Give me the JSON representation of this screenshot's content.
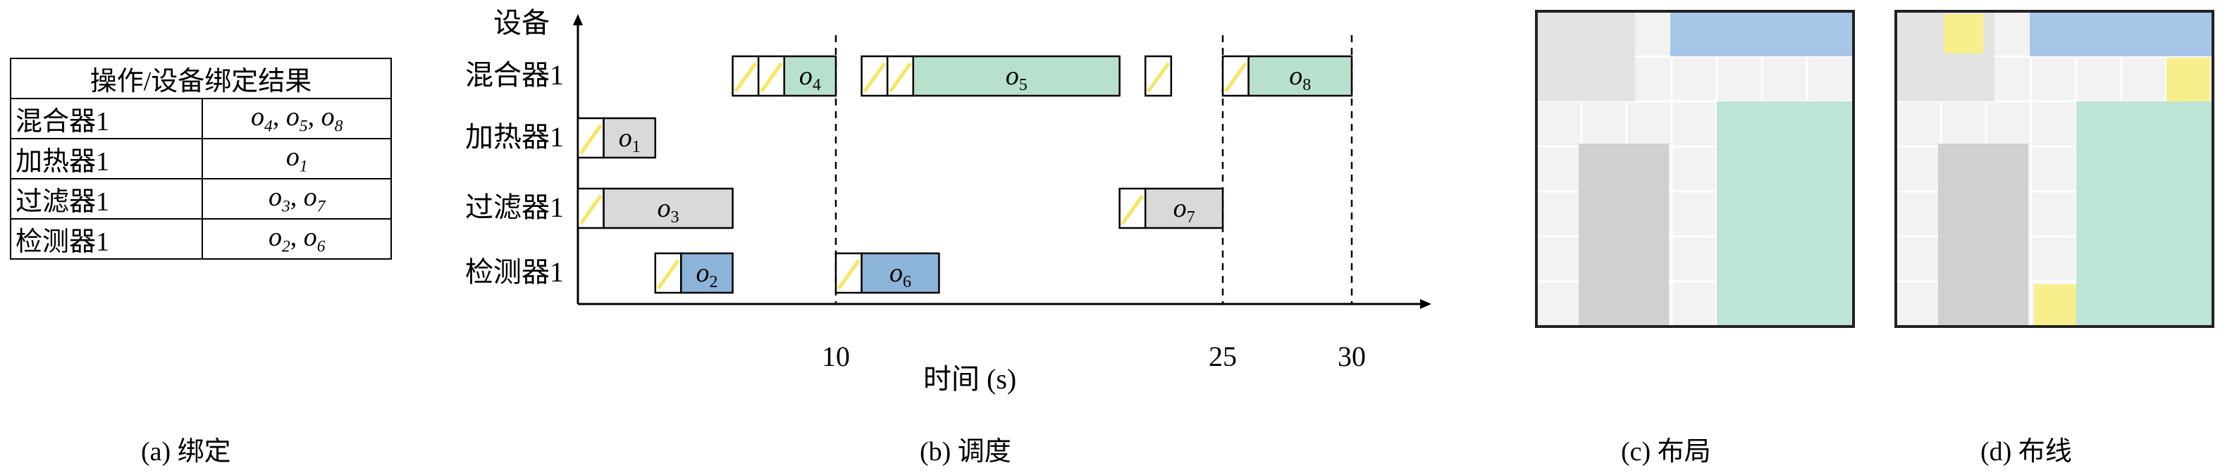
{
  "binding_table": {
    "header": "操作/设备绑定结果",
    "rows": [
      {
        "device": "混合器1",
        "ops": [
          {
            "base": "o",
            "sub": "4"
          },
          {
            "base": "o",
            "sub": "5"
          },
          {
            "base": "o",
            "sub": "8"
          }
        ],
        "ops_sep": ", "
      },
      {
        "device": "加热器1",
        "ops": [
          {
            "base": "o",
            "sub": "1"
          }
        ],
        "ops_sep": ", "
      },
      {
        "device": "过滤器1",
        "ops": [
          {
            "base": "o",
            "sub": "3"
          },
          {
            "base": "o",
            "sub": "7"
          }
        ],
        "ops_sep": ", "
      },
      {
        "device": "检测器1",
        "ops": [
          {
            "base": "o",
            "sub": "2"
          },
          {
            "base": "o",
            "sub": "6"
          }
        ],
        "ops_sep": ", "
      }
    ]
  },
  "schedule": {
    "ylabel": "设备",
    "xlabel": "时间 (s)",
    "devices": [
      "混合器1",
      "加热器1",
      "过滤器1",
      "检测器1"
    ],
    "xticks": [
      10,
      25,
      30
    ],
    "colors": {
      "mixer": "#b7e1cd",
      "heater": "#d9d9d9",
      "filter": "#d9d9d9",
      "detector": "#8cb4d9",
      "hatch": "#f5e663"
    },
    "bars": [
      {
        "device": 0,
        "kind": "setup",
        "start": 6,
        "end": 7
      },
      {
        "device": 0,
        "kind": "setup",
        "start": 7,
        "end": 8
      },
      {
        "device": 0,
        "kind": "op",
        "label": "4",
        "start": 8,
        "end": 10,
        "color": "mixer"
      },
      {
        "device": 0,
        "kind": "setup",
        "start": 11,
        "end": 12
      },
      {
        "device": 0,
        "kind": "setup",
        "start": 12,
        "end": 13
      },
      {
        "device": 0,
        "kind": "op",
        "label": "5",
        "start": 13,
        "end": 21,
        "color": "mixer"
      },
      {
        "device": 0,
        "kind": "setup",
        "start": 22,
        "end": 23
      },
      {
        "device": 0,
        "kind": "setup",
        "start": 25,
        "end": 26
      },
      {
        "device": 0,
        "kind": "op",
        "label": "8",
        "start": 26,
        "end": 30,
        "color": "mixer"
      },
      {
        "device": 1,
        "kind": "setup",
        "start": 0,
        "end": 1
      },
      {
        "device": 1,
        "kind": "op",
        "label": "1",
        "start": 1,
        "end": 3,
        "color": "heater"
      },
      {
        "device": 2,
        "kind": "setup",
        "start": 0,
        "end": 1
      },
      {
        "device": 2,
        "kind": "op",
        "label": "3",
        "start": 1,
        "end": 6,
        "color": "filter"
      },
      {
        "device": 2,
        "kind": "setup",
        "start": 21,
        "end": 22
      },
      {
        "device": 2,
        "kind": "op",
        "label": "7",
        "start": 22,
        "end": 25,
        "color": "filter"
      },
      {
        "device": 3,
        "kind": "setup",
        "start": 3,
        "end": 4
      },
      {
        "device": 3,
        "kind": "op",
        "label": "2",
        "start": 4,
        "end": 6,
        "color": "detector"
      },
      {
        "device": 3,
        "kind": "setup",
        "start": 10,
        "end": 11
      },
      {
        "device": 3,
        "kind": "op",
        "label": "6",
        "start": 11,
        "end": 14,
        "color": "detector"
      }
    ]
  },
  "colors": {
    "grid_bg": "#f2f2f2",
    "module_gray": "#d0d0d0",
    "gray_light": "#e3e3e3",
    "blue": "#a7c6e8",
    "green": "#bde4d4",
    "yellow": "#f7ef8c"
  },
  "captions": {
    "a": "(a) 绑定",
    "b": "(b) 调度",
    "c": "(c) 布局",
    "d": "(d) 布线"
  }
}
